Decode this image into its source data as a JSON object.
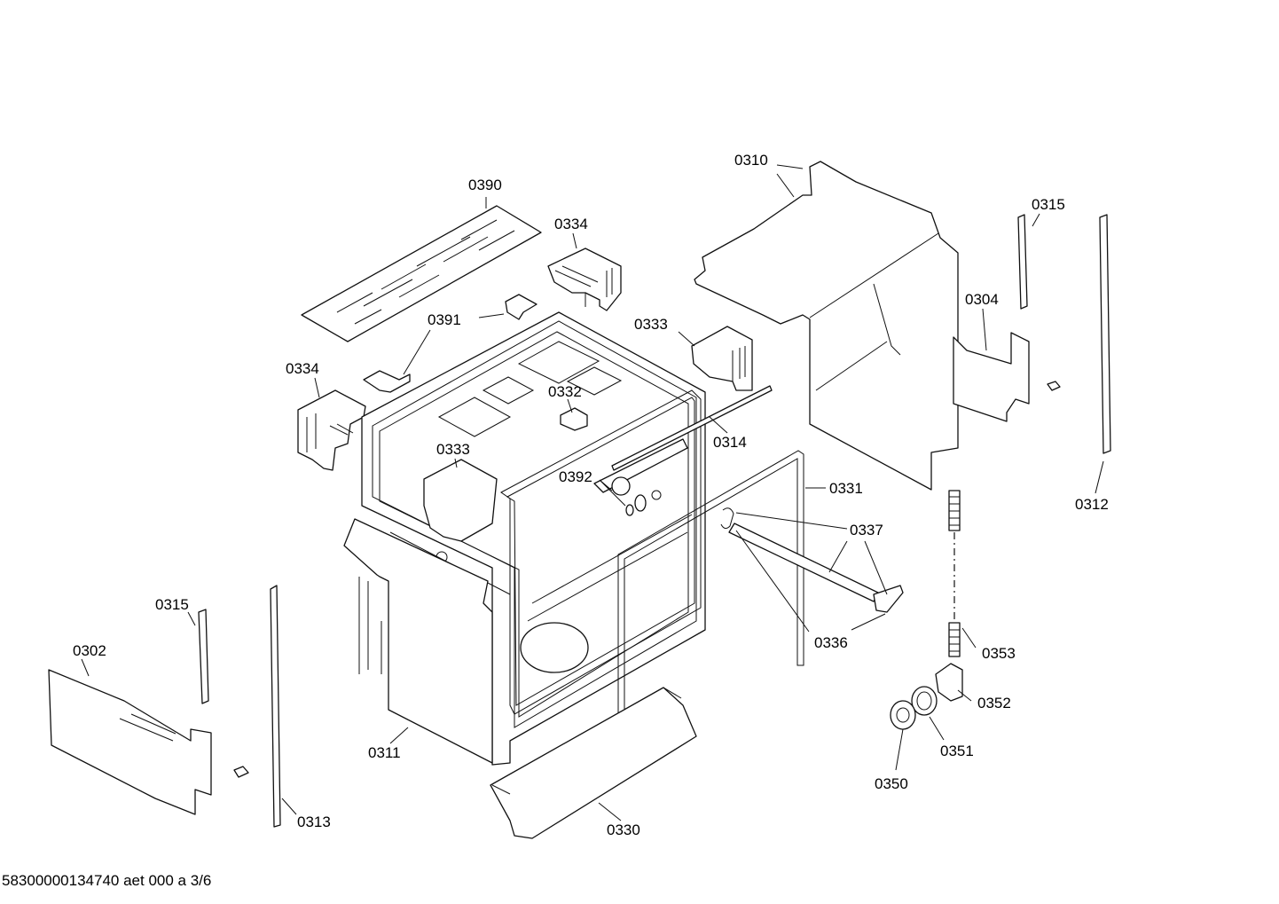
{
  "document_id": "58300000134740 aet 000 a 3/6",
  "callouts": {
    "c0310": "0310",
    "c0390": "0390",
    "c0334a": "0334",
    "c0315a": "0315",
    "c0391": "0391",
    "c0333a": "0333",
    "c0304": "0304",
    "c0334b": "0334",
    "c0332": "0332",
    "c0333b": "0333",
    "c0314": "0314",
    "c0392": "0392",
    "c0331": "0331",
    "c0312": "0312",
    "c0337": "0337",
    "c0315b": "0315",
    "c0302": "0302",
    "c0336": "0336",
    "c0353": "0353",
    "c0352": "0352",
    "c0311": "0311",
    "c0351": "0351",
    "c0350": "0350",
    "c0313": "0313",
    "c0330": "0330"
  }
}
